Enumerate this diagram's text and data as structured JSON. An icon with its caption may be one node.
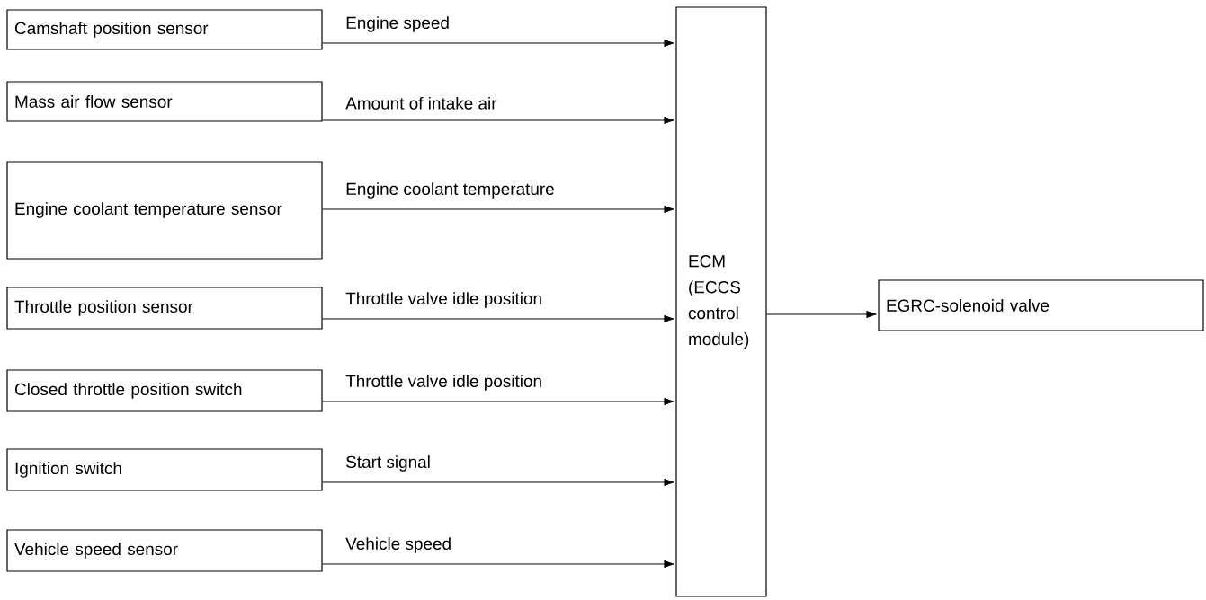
{
  "diagram": {
    "nodes": [
      {
        "text": [
          "Camshaft position sensor"
        ]
      },
      {
        "text": [
          "Mass air flow sensor"
        ]
      },
      {
        "text": [
          "Engine coolant temperature sensor"
        ]
      },
      {
        "text": [
          "Throttle position sensor"
        ]
      },
      {
        "text": [
          "Closed throttle position switch"
        ]
      },
      {
        "text": [
          "Ignition switch"
        ]
      },
      {
        "text": [
          "Vehicle speed sensor"
        ]
      },
      {
        "text": [
          "ECM (ECCS control module)"
        ]
      },
      {
        "text": [
          "EGRC-solenoid valve"
        ]
      }
    ],
    "edges": [
      {
        "from": 0,
        "to": 7,
        "arrow": "to",
        "label": "Engine speed"
      },
      {
        "from": 1,
        "to": 7,
        "arrow": "to",
        "label": "Amount of intake air"
      },
      {
        "from": 2,
        "to": 7,
        "arrow": "to",
        "label": "Engine coolant temperature"
      },
      {
        "from": 3,
        "to": 7,
        "arrow": "to",
        "label": "Throttle valve idle position"
      },
      {
        "from": 4,
        "to": 7,
        "arrow": "to",
        "label": "Throttle valve idle position"
      },
      {
        "from": 5,
        "to": 7,
        "arrow": "to",
        "label": "Start signal"
      },
      {
        "from": 6,
        "to": 7,
        "arrow": "to",
        "label": "Vehicle speed"
      },
      {
        "from": 7,
        "to": 8,
        "arrow": "to"
      }
    ]
  }
}
